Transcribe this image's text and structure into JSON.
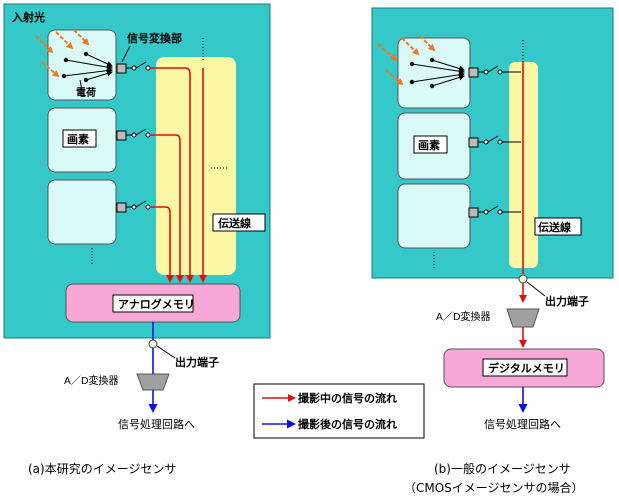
{
  "left_panel": {
    "incident_light": "入射光",
    "signal_converter": "信号変換部",
    "charge": "電荷",
    "pixel": "画素",
    "transmission_line": "伝送線",
    "analog_memory": "アナログメモリ",
    "output_terminal": "出力端子",
    "ad_converter": "A／D変換器",
    "to_processing": "信号処理回路へ",
    "caption": "(a)本研究のイメージセンサ"
  },
  "right_panel": {
    "pixel": "画素",
    "transmission_line": "伝送線",
    "output_terminal": "出力端子",
    "ad_converter": "A／D変換器",
    "digital_memory": "デジタルメモリ",
    "to_processing": "信号処理回路へ",
    "caption_line1": "(b)一般のイメージセンサ",
    "caption_line2": "（CMOSイメージセンサの場合）"
  },
  "legend": {
    "during_capture": "撮影中の信号の流れ",
    "after_capture": "撮影後の信号の流れ"
  },
  "colors": {
    "sensor_bg": "#35c8c8",
    "pixel_fill": "#dafafa",
    "line_zone": "#fbf7a5",
    "memory_fill": "#f8a8d8",
    "red_flow": "#e01010",
    "blue_flow": "#1010e0",
    "light_arrow": "#f07820"
  }
}
